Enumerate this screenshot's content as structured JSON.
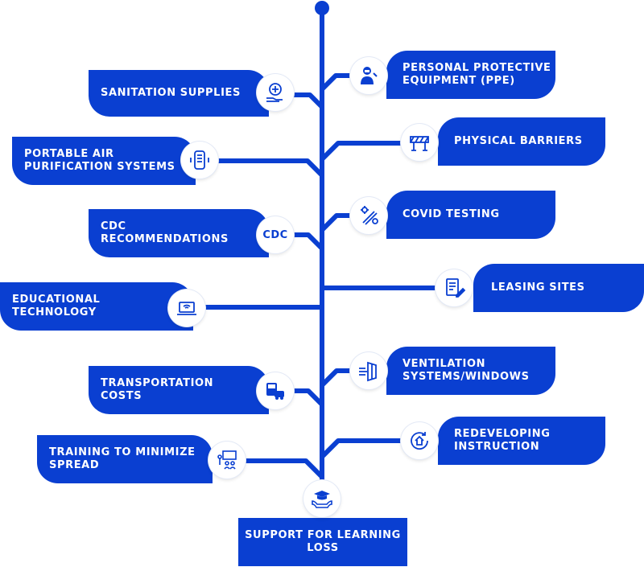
{
  "colors": {
    "primary": "#0a3fd1",
    "background": "#ffffff"
  },
  "left_items": [
    {
      "label": "SANITATION SUPPLIES",
      "icon": "hand-sanitizer-icon"
    },
    {
      "label": "PORTABLE AIR\nPURIFICATION SYSTEMS",
      "icon": "air-purifier-icon"
    },
    {
      "label": "CDC\nRECOMMENDATIONS",
      "icon": "cdc-logo-icon",
      "icon_text": "CDC"
    },
    {
      "label": "EDUCATIONAL\nTECHNOLOGY",
      "icon": "laptop-wifi-icon"
    },
    {
      "label": "TRANSPORTATION\nCOSTS",
      "icon": "bus-car-icon"
    },
    {
      "label": "TRAINING TO MINIMIZE\nSPREAD",
      "icon": "training-presentation-icon"
    }
  ],
  "right_items": [
    {
      "label": "PERSONAL PROTECTIVE\nEQUIPMENT (PPE)",
      "icon": "ppe-person-icon"
    },
    {
      "label": "PHYSICAL BARRIERS",
      "icon": "barrier-icon"
    },
    {
      "label": "COVID TESTING",
      "icon": "test-swab-icon"
    },
    {
      "label": "LEASING SITES",
      "icon": "contract-pen-icon"
    },
    {
      "label": "VENTILATION\nSYSTEMS/WINDOWS",
      "icon": "window-ventilation-icon"
    },
    {
      "label": "REDEVELOPING\nINSTRUCTION",
      "icon": "home-refresh-icon"
    }
  ],
  "root": {
    "label": "SUPPORT FOR LEARNING\nLOSS",
    "icon": "graduation-hands-icon"
  }
}
